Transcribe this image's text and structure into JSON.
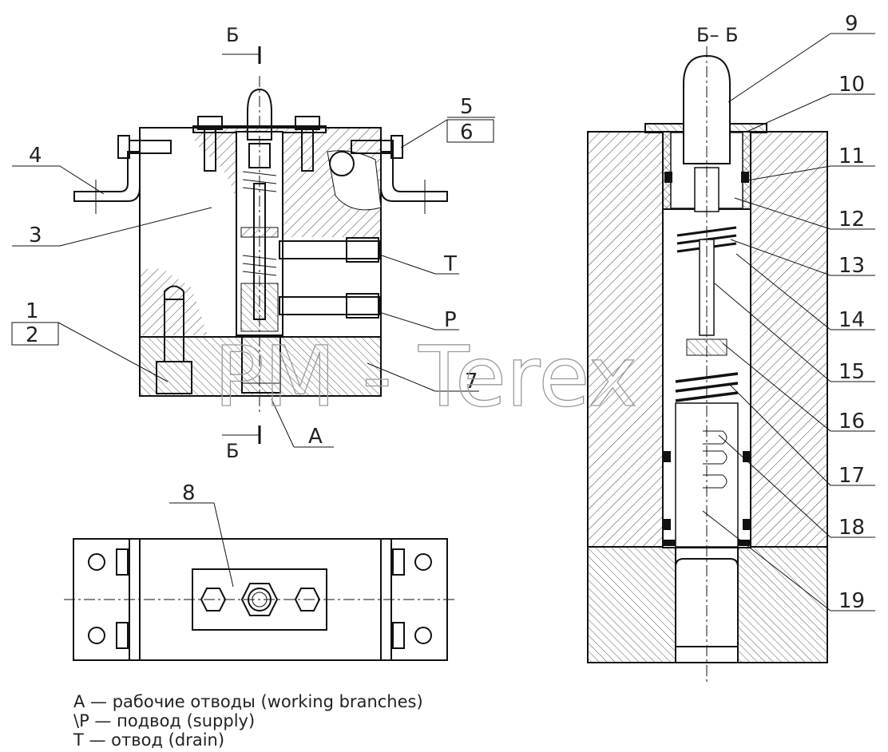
{
  "section_marks": {
    "top": "Б",
    "bottom": "Б",
    "view_title": "Б– Б"
  },
  "callouts": [
    "1",
    "2",
    "3",
    "4",
    "5",
    "6",
    "7",
    "8",
    "9",
    "10",
    "11",
    "12",
    "13",
    "14",
    "15",
    "16",
    "17",
    "18",
    "19"
  ],
  "port_labels": {
    "drain": "T",
    "supply": "P",
    "working": "A"
  },
  "watermark": "PM - Terex",
  "legend": [
    "A — рабочие отводы (working branches)",
    "\\P — подвод (supply)",
    "T — отвод (drain)"
  ],
  "colors": {
    "line": "#111111",
    "watermark": "#9a9a9a",
    "background": "#ffffff"
  }
}
